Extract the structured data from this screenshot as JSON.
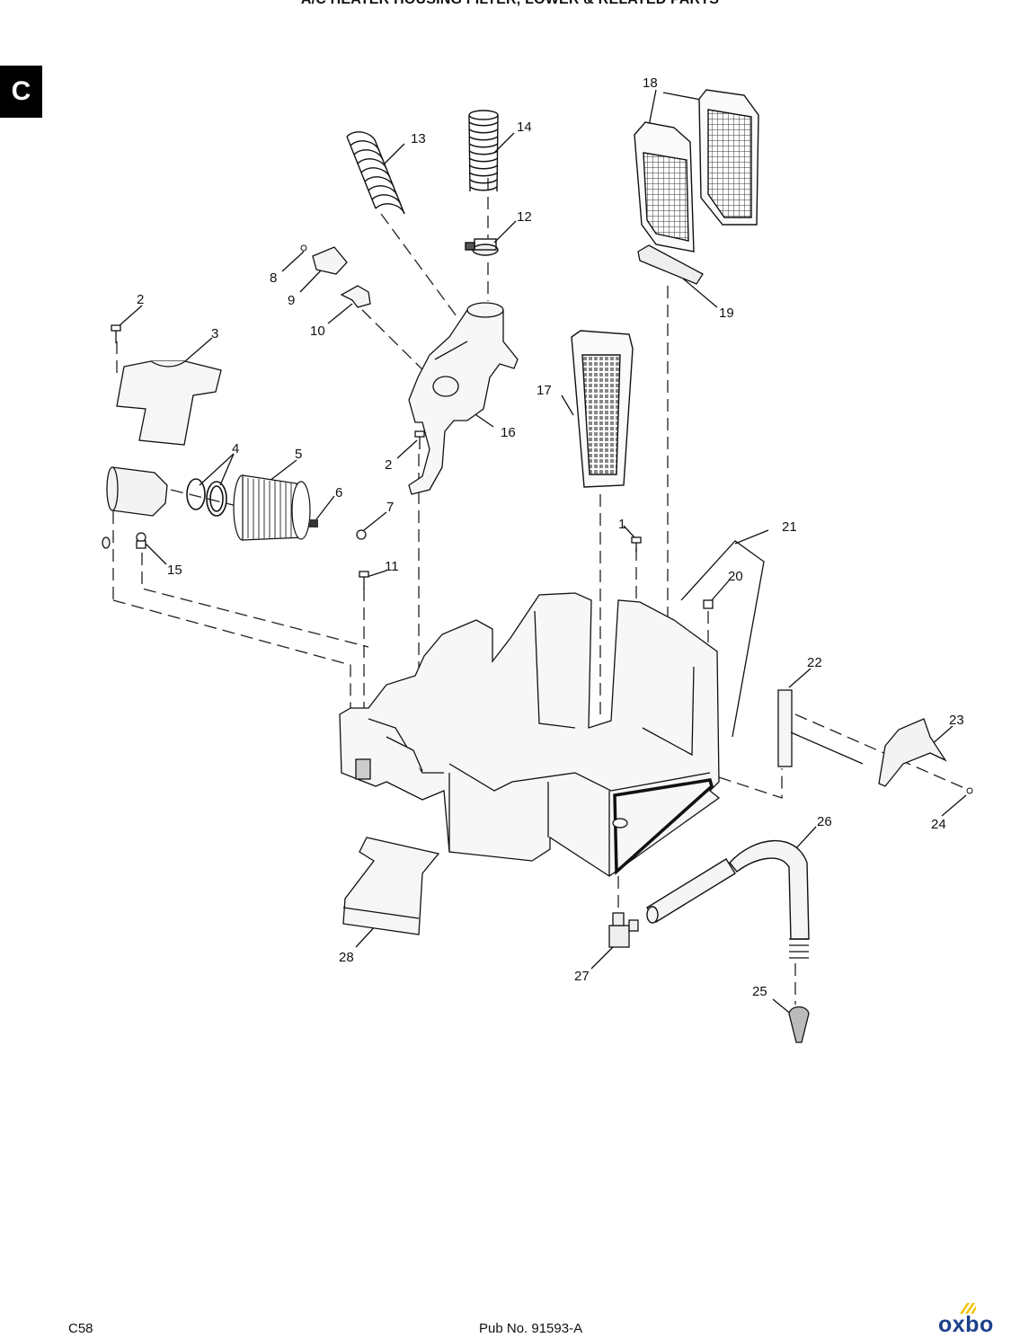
{
  "header": {
    "title": "A/C HEATER HOUSING FILTER, LOWER & RELATED PARTS"
  },
  "section_tab": {
    "letter": "C"
  },
  "diagram": {
    "callouts": [
      "1",
      "2",
      "2",
      "3",
      "4",
      "5",
      "6",
      "7",
      "8",
      "9",
      "10",
      "11",
      "12",
      "13",
      "14",
      "15",
      "16",
      "17",
      "18",
      "19",
      "20",
      "21",
      "22",
      "23",
      "24",
      "25",
      "26",
      "27",
      "28"
    ]
  },
  "footer": {
    "page_number": "C58",
    "pub_number": "Pub No. 91593-A"
  },
  "logo": {
    "word": "oxbo",
    "color": "#1c3f8c",
    "mark_color": "#f2c200"
  }
}
